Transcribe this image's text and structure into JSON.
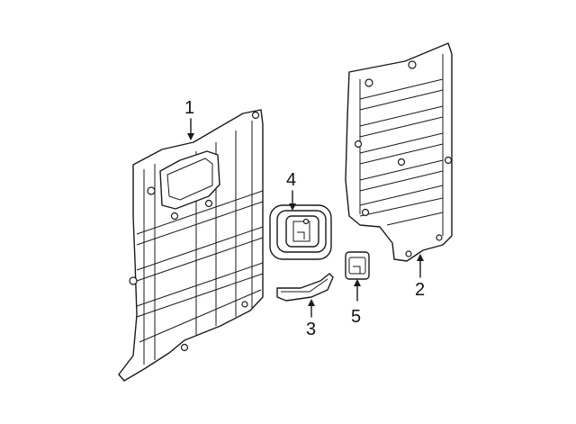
{
  "diagram": {
    "callouts": [
      {
        "id": "c1",
        "text": "1"
      },
      {
        "id": "c2",
        "text": "2"
      },
      {
        "id": "c3",
        "text": "3"
      },
      {
        "id": "c4",
        "text": "4"
      },
      {
        "id": "c5",
        "text": "5"
      }
    ]
  }
}
